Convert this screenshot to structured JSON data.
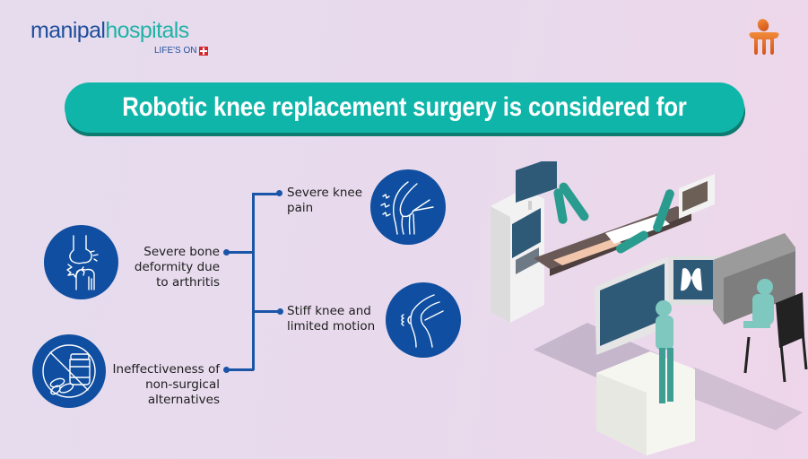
{
  "brand": {
    "name_part1": "manipal",
    "name_part2": "hospitals",
    "tagline": "LIFE'S ON",
    "colors": {
      "primary_blue": "#1f4e9c",
      "teal": "#1fb3a5",
      "red": "#d8262e",
      "mark_orange": "#e0661e"
    }
  },
  "title": {
    "text": "Robotic knee replacement surgery is considered for",
    "bg_color": "#10b5aa"
  },
  "conditions": [
    {
      "id": "bone-deformity",
      "label_lines": [
        "Severe bone",
        "deformity due",
        "to arthritis"
      ],
      "icon": "bone-fracture-joint-icon"
    },
    {
      "id": "non-surgical",
      "label_lines": [
        "Ineffectiveness of",
        "non-surgical",
        "alternatives"
      ],
      "icon": "no-medication-icon"
    },
    {
      "id": "knee-pain",
      "label_lines": [
        "Severe knee",
        "pain"
      ],
      "icon": "painful-knee-icon"
    },
    {
      "id": "stiff-knee",
      "label_lines": [
        "Stiff knee and",
        "limited motion"
      ],
      "icon": "stiff-knee-icon"
    }
  ],
  "illustration": {
    "description": "robotic-surgery-operating-room",
    "icon_color": "#0f4ea0"
  }
}
